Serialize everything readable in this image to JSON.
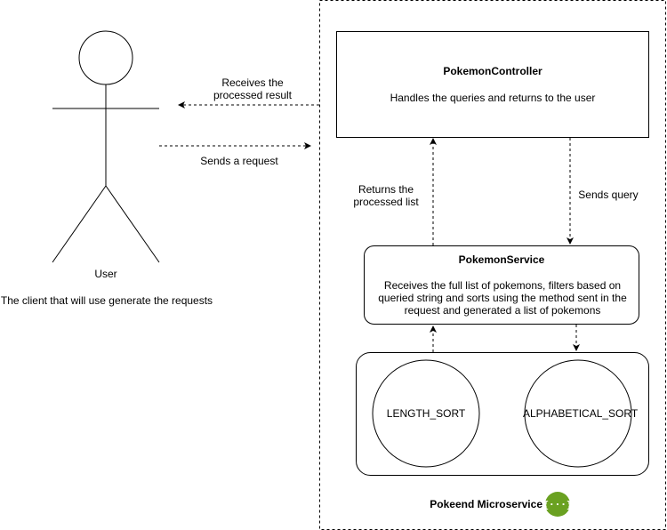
{
  "actor": {
    "name": "User",
    "description": "The client that will use generate the requests"
  },
  "arrows": {
    "receives_result": "Receives the\nprocessed result",
    "sends_request": "Sends a request",
    "returns_list": "Returns the\nprocessed list",
    "sends_query": "Sends query"
  },
  "controller": {
    "title": "PokemonController",
    "description": "Handles the queries and returns to the user"
  },
  "service": {
    "title": "PokemonService",
    "description": "Receives the full list of pokemons, filters based on queried string and sorts using the method sent in the request and generated a list of pokemons"
  },
  "sorters": [
    {
      "label": "LENGTH_SORT"
    },
    {
      "label": "ALPHABETICAL_SORT"
    }
  ],
  "microservice": {
    "label": "Pokeend Microservice",
    "icon": "api-braces-icon",
    "icon_glyph": "{···}",
    "icon_color": "#6aa121"
  },
  "colors": {
    "line": "#000000",
    "background": "#ffffff"
  }
}
